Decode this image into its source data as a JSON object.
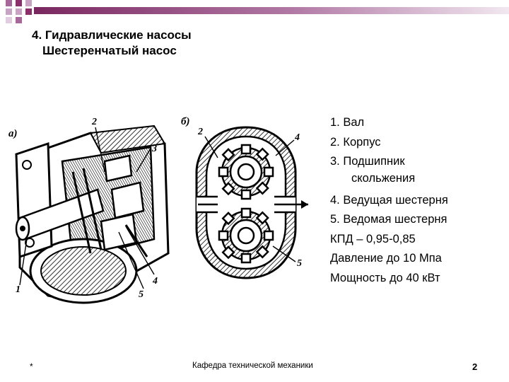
{
  "slide": {
    "title_line1": "4. Гидравлические насосы",
    "title_line2": "Шестеренчатый насос"
  },
  "figure": {
    "label_a": "а)",
    "label_b": "б)",
    "callouts_a": [
      "1",
      "2",
      "3",
      "4",
      "5"
    ],
    "callouts_b": [
      "2",
      "4",
      "5"
    ]
  },
  "list": {
    "item1": "1. Вал",
    "item2": "2. Корпус",
    "item3_line1": "3. Подшипник",
    "item3_line2": "скольжения",
    "item4": "4. Ведущая шестерня",
    "item5": "5. Ведомая шестерня",
    "efficiency": "КПД – 0,95-0,85",
    "pressure": "Давление до 10 Мпа",
    "power": "Мощность до 40 кВт"
  },
  "footer": {
    "left": "*",
    "center": "Кафедра технической механики",
    "page": "2"
  },
  "colors": {
    "accent_dark": "#8b2f6b",
    "accent_light": "#c9a3c3"
  }
}
